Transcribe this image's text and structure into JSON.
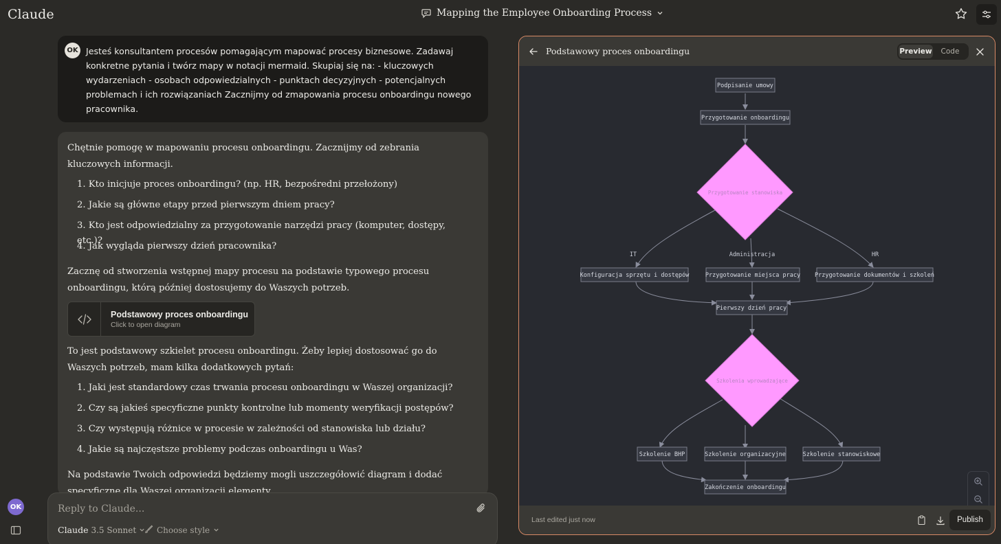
{
  "header": {
    "brand": "Claude",
    "conversation_title": "Mapping the Employee Onboarding Process"
  },
  "user_message": {
    "avatar": "OK",
    "text": "Jesteś konsultantem procesów pomagającym mapować procesy biznesowe. Zadawaj konkretne pytania i twórz mapy w notacji mermaid. Skupiaj się na: - kluczowych wydarzeniach - osobach odpowiedzialnych - punktach decyzyjnych - potencjalnych problemach i ich rozwiązaniach Zacznijmy od zmapowania procesu onboardingu nowego pracownika."
  },
  "assistant_message": {
    "intro": "Chętnie pomogę w mapowaniu procesu onboardingu. Zacznijmy od zebrania kluczowych informacji.",
    "questions_1": [
      "1. Kto inicjuje proces onboardingu? (np. HR, bezpośredni przełożony)",
      "2. Jakie są główne etapy przed pierwszym dniem pracy?",
      "3. Kto jest odpowiedzialny za przygotowanie narzędzi pracy (komputer, dostępy, etc.)?",
      "4. Jak wygląda pierwszy dzień pracownika?"
    ],
    "middle": "Zacznę od stworzenia wstępnej mapy procesu na podstawie typowego procesu onboardingu, którą później dostosujemy do Waszych potrzeb.",
    "artifact": {
      "title": "Podstawowy proces onboardingu",
      "subtitle": "Click to open diagram"
    },
    "followup": "To jest podstawowy szkielet procesu onboardingu. Żeby lepiej dostosować go do Waszych potrzeb, mam kilka dodatkowych pytań:",
    "questions_2": [
      "1. Jaki jest standardowy czas trwania procesu onboardingu w Waszej organizacji?",
      "2. Czy są jakieś specyficzne punkty kontrolne lub momenty weryfikacji postępów?",
      "3. Czy występują różnice w procesie w zależności od stanowiska lub działu?",
      "4. Jakie są najczęstsze problemy podczas onboardingu u Was?"
    ],
    "closing": "Na podstawie Twoich odpowiedzi będziemy mogli uszczegółowić diagram i dodać specyficzne dla Waszej organizacji elementy."
  },
  "composer": {
    "placeholder": "Reply to Claude...",
    "model": "Claude",
    "model_version": "3.5 Sonnet",
    "style_label": "Choose style"
  },
  "sidebar": {
    "avatar": "OK"
  },
  "artifact_panel": {
    "title": "Podstawowy proces onboardingu",
    "tabs": [
      "Preview",
      "Code"
    ],
    "active_tab": "Preview",
    "footer_status": "Last edited just now",
    "publish_label": "Publish",
    "diagram": {
      "nodes": {
        "n1": "Podpisanie umowy",
        "n2": "Przygotowanie onboardingu",
        "d1": "Przygotowanie stanowiska",
        "n3": "Konfiguracja sprzętu i dostępów",
        "n4": "Przygotowanie miejsca pracy",
        "n5": "Przygotowanie dokumentów i szkoleń",
        "n6": "Pierwszy dzień pracy",
        "d2": "Szkolenia wprowadzające",
        "n7": "Szkolenie BHP",
        "n8": "Szkolenie organizacyjne",
        "n9": "Szkolenie stanowiskowe",
        "n10": "Zakończenie onboardingu"
      },
      "edge_labels": {
        "it": "IT",
        "admin": "Administracja",
        "hr": "HR"
      }
    }
  },
  "colors": {
    "accent_border": "#d98a66",
    "diamond_fill": "#ff99ff",
    "canvas_bg": "#282a30"
  }
}
